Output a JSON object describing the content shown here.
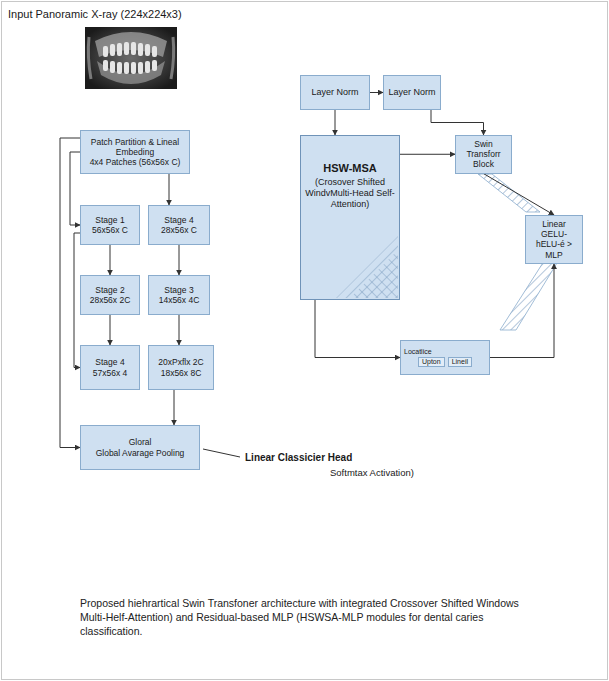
{
  "diagram": {
    "caption": "Proposed hiehrartical Swin Transfoner architecture with integrated Crossover Shifted Windows Multi-Helf-Attention) and Residual-based MLP (HSWSA-MLP modules for dental caries classification.",
    "nodes": [
      {
        "text": [
          "Patch Partition & Lineal Embeding",
          "4x4 Patches (56x56x C)"
        ]
      },
      {
        "text": [
          "Stage 1",
          "56x56x C"
        ]
      },
      {
        "text": [
          "Stage 4",
          "28x56x C"
        ]
      },
      {
        "text": [
          "Stage 2",
          "28x56x 2C"
        ]
      },
      {
        "text": [
          "Stage 3",
          "14x56x 4C"
        ]
      },
      {
        "text": [
          "Stage 4",
          "57x56x 4"
        ]
      },
      {
        "text": [
          "20xPxflx 2C",
          "18x56x 8C"
        ]
      },
      {
        "text": [
          "Gloral",
          "Global Avarage Pooling"
        ]
      },
      {
        "text": [
          "Layer Norm"
        ]
      },
      {
        "text": [
          "Layer Norm"
        ]
      },
      {
        "text": [
          "HSW-MSA",
          "(Crosover Shifted WindvMulti-Head Self-Attention)"
        ]
      },
      {
        "text": [
          "Swin Transforr Block"
        ]
      },
      {
        "text": [
          "Linear GELU- hELU-é > MLP"
        ]
      },
      {
        "text": [
          "Locatlice",
          "Upton",
          "Lineil"
        ]
      }
    ],
    "edges": [
      {
        "from": 0,
        "to": 1,
        "arrow": "to"
      },
      {
        "from": 0,
        "to": 2,
        "arrow": "to"
      },
      {
        "from": 1,
        "to": 3,
        "arrow": "to"
      },
      {
        "from": 3,
        "to": 5,
        "arrow": "to"
      },
      {
        "from": 2,
        "to": 4,
        "arrow": "to"
      },
      {
        "from": 4,
        "to": 6,
        "arrow": "to"
      },
      {
        "from": 1,
        "to": 5,
        "arrow": "to"
      },
      {
        "from": 6,
        "to": 7,
        "arrow": "to"
      },
      {
        "from": 0,
        "to": 7,
        "arrow": "to"
      },
      {
        "from": 8,
        "to": 9,
        "arrow": "to"
      },
      {
        "from": 8,
        "to": 10,
        "arrow": "to"
      },
      {
        "from": 9,
        "to": 11,
        "arrow": "to"
      },
      {
        "from": 10,
        "to": 11,
        "arrow": "to"
      },
      {
        "from": 11,
        "to": 12,
        "arrow": "to"
      },
      {
        "from": 10,
        "to": 13,
        "arrow": "to"
      },
      {
        "from": 13,
        "to": 12,
        "arrow": "to"
      }
    ],
    "labels": [
      "Input Panoramic X-ray (224x224x3)",
      "Linear Classicier Head",
      "Softmtax Activation)"
    ]
  }
}
